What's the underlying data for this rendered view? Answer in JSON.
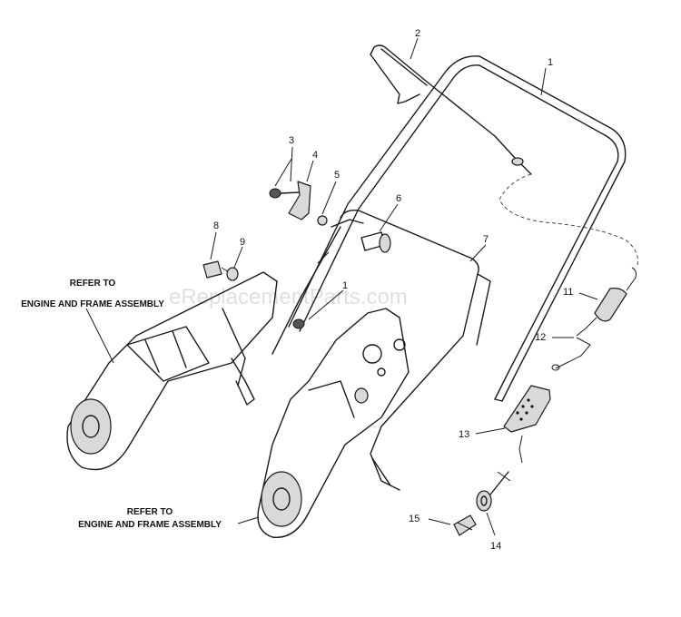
{
  "watermark": "eReplacementParts.com",
  "callouts": [
    {
      "id": "1",
      "label": "1"
    },
    {
      "id": "2",
      "label": "2"
    },
    {
      "id": "3",
      "label": "3"
    },
    {
      "id": "4",
      "label": "4"
    },
    {
      "id": "5",
      "label": "5"
    },
    {
      "id": "6",
      "label": "6"
    },
    {
      "id": "7",
      "label": "7"
    },
    {
      "id": "8",
      "label": "8"
    },
    {
      "id": "9",
      "label": "9"
    },
    {
      "id": "10",
      "label": "1"
    },
    {
      "id": "11",
      "label": "11"
    },
    {
      "id": "12",
      "label": "12"
    },
    {
      "id": "13",
      "label": "13"
    },
    {
      "id": "14",
      "label": "14"
    },
    {
      "id": "15",
      "label": "15"
    }
  ],
  "references": [
    {
      "line1": "REFER TO",
      "line2": "ENGINE AND FRAME ASSEMBLY"
    },
    {
      "line1": "REFER TO",
      "line2": "ENGINE AND FRAME ASSEMBLY"
    }
  ]
}
